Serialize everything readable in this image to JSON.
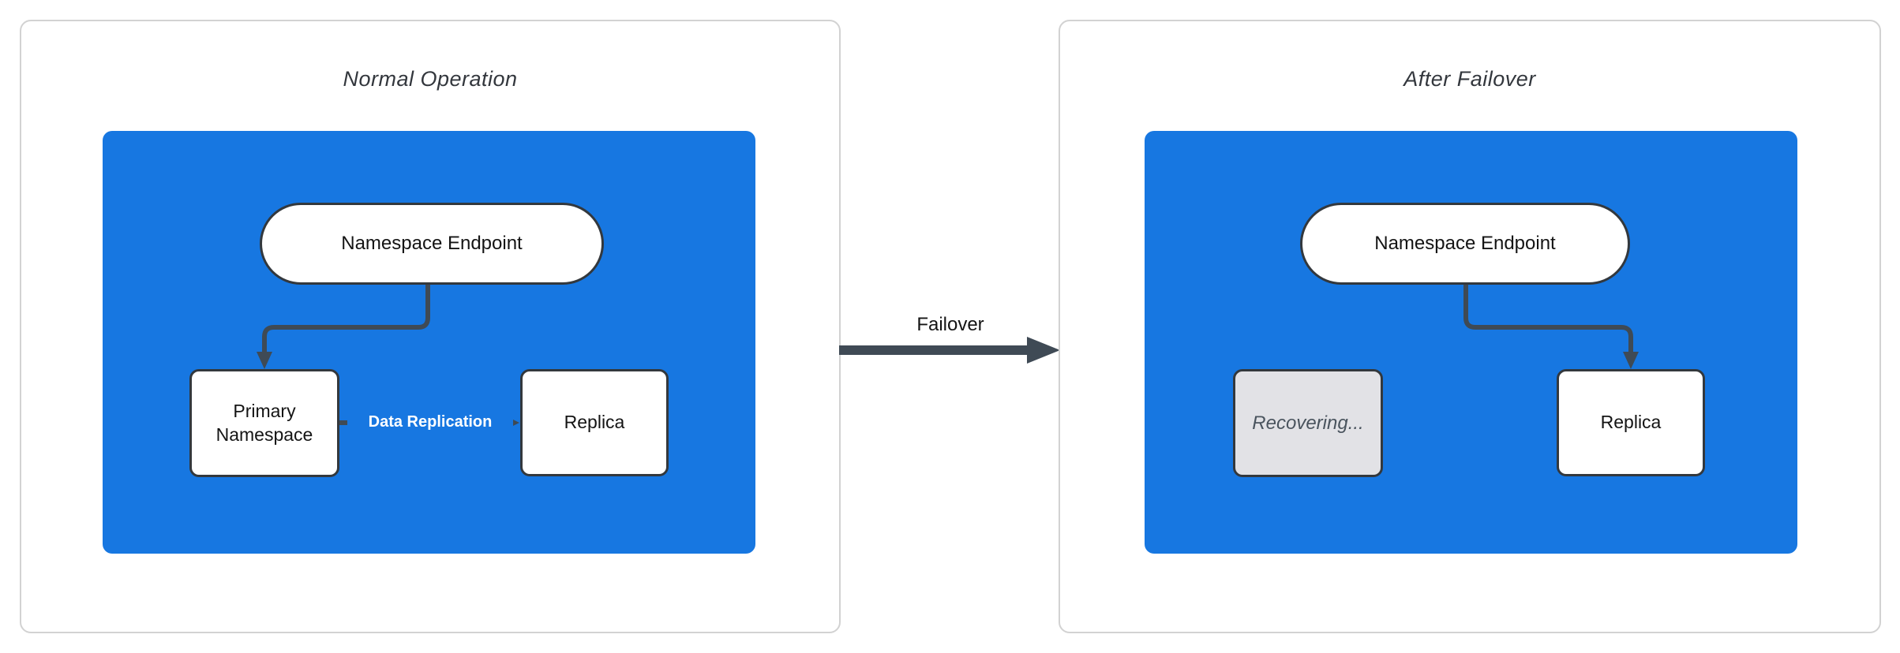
{
  "diagram": {
    "panels": [
      {
        "title": "Normal Operation",
        "endpoint_label": "Namespace Endpoint",
        "primary_label": "Primary Namespace",
        "replica_label": "Replica",
        "edge_label": "Data Replication"
      },
      {
        "title": "After Failover",
        "endpoint_label": "Namespace Endpoint",
        "recovering_label": "Recovering...",
        "replica_label": "Replica"
      }
    ],
    "transition_label": "Failover",
    "colors": {
      "container_fill": "#1777e1",
      "node_fill": "#ffffff",
      "node_border": "#33383d",
      "connector": "#3f4a55",
      "panel_border": "#d2d2d2",
      "panel_title_text": "#33373d",
      "node_text": "#141414",
      "recovering_fill": "#e2e2e6",
      "recovering_text": "#4a545e",
      "edge_label_text": "#ffffff"
    }
  }
}
